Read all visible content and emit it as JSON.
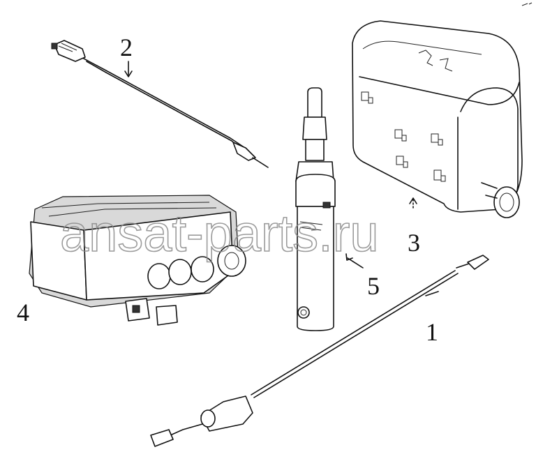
{
  "callouts": {
    "c1": "1",
    "c2": "2",
    "c3": "3",
    "c4": "4",
    "c5": "5"
  },
  "watermark": "ansat-parts.ru",
  "colors": {
    "ink": "#111111",
    "watermark": "#8a8a8a",
    "background": "#ffffff"
  }
}
